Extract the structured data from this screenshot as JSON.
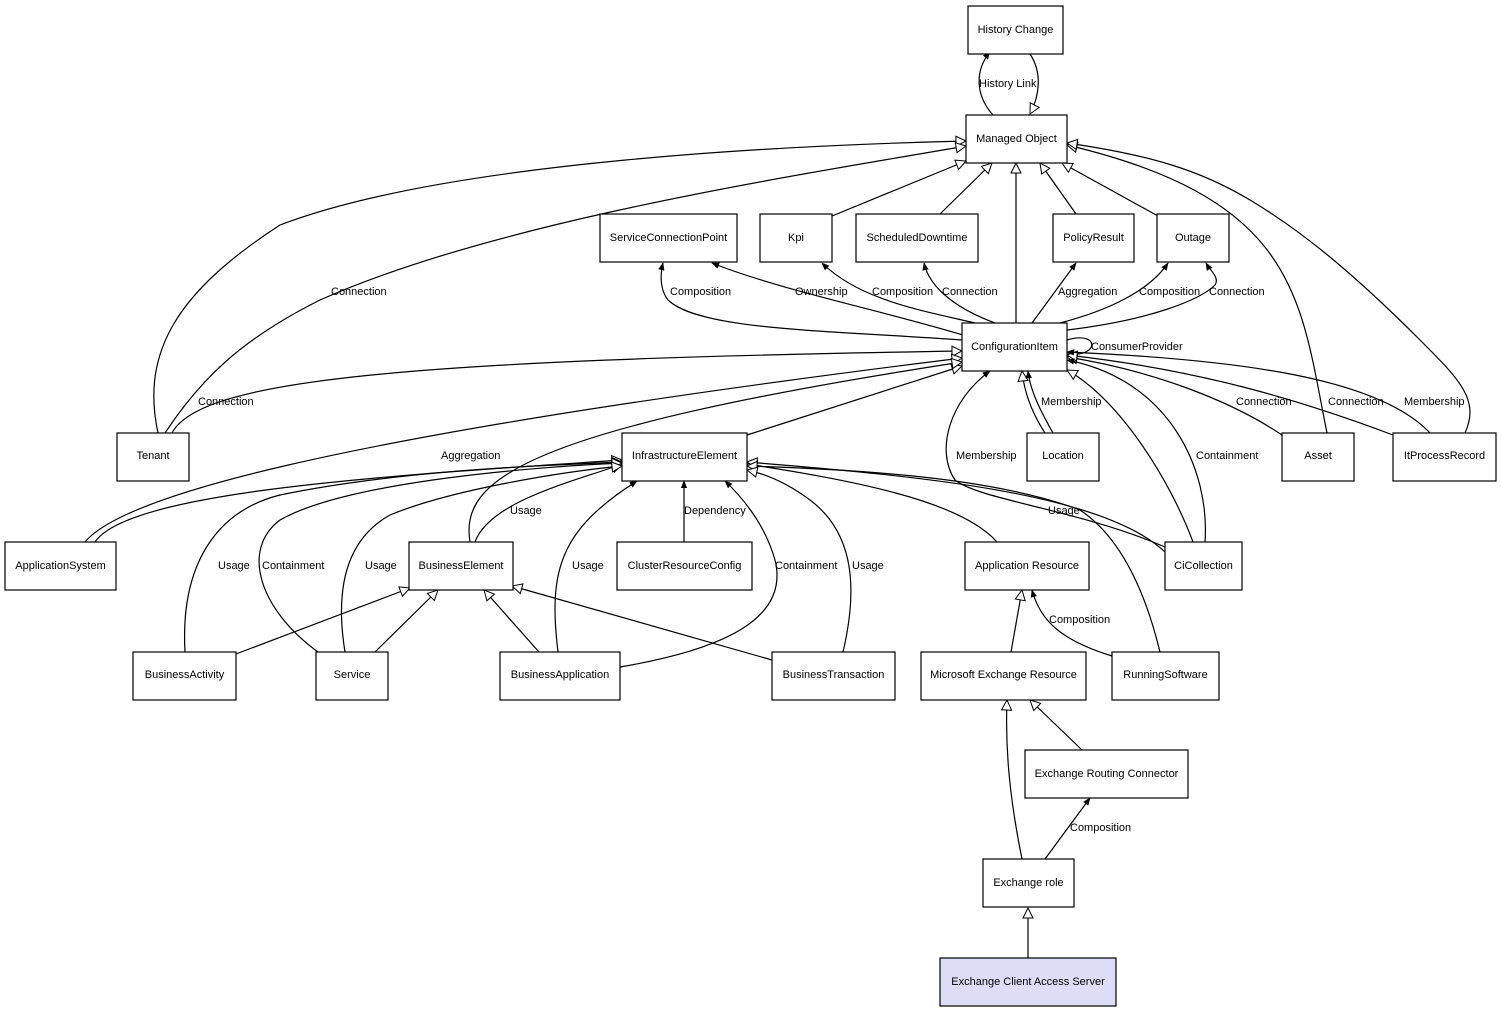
{
  "nodes": {
    "history_change": "History Change",
    "managed_object": "Managed Object",
    "service_connection_point": "ServiceConnectionPoint",
    "kpi": "Kpi",
    "scheduled_downtime": "ScheduledDowntime",
    "policy_result": "PolicyResult",
    "outage": "Outage",
    "configuration_item": "ConfigurationItem",
    "tenant": "Tenant",
    "infrastructure_element": "InfrastructureElement",
    "location": "Location",
    "asset": "Asset",
    "it_process_record": "ItProcessRecord",
    "application_system": "ApplicationSystem",
    "business_element": "BusinessElement",
    "cluster_resource_config": "ClusterResourceConfig",
    "application_resource": "Application Resource",
    "ci_collection": "CiCollection",
    "business_activity": "BusinessActivity",
    "service": "Service",
    "business_application": "BusinessApplication",
    "business_transaction": "BusinessTransaction",
    "microsoft_exchange_resource": "Microsoft Exchange Resource",
    "running_software": "RunningSoftware",
    "exchange_routing_connector": "Exchange Routing Connector",
    "exchange_role": "Exchange role",
    "exchange_client_access_server": "Exchange Client Access Server"
  },
  "edge_labels": {
    "history_link": "History Link",
    "tenant_mo_connection": "Connection",
    "tenant_ci_connection": "Connection",
    "ci_scp_composition": "Composition",
    "ci_scp_ownership": "Ownership",
    "ci_kpi_composition": "Composition",
    "ci_sd_connection": "Connection",
    "ci_pr_aggregation": "Aggregation",
    "ci_outage_composition": "Composition",
    "ci_outage_connection": "Connection",
    "ci_self_consumer_provider": "ConsumerProvider",
    "location_membership": "Membership",
    "asset_connection": "Connection",
    "itpr_connection": "Connection",
    "itpr_membership": "Membership",
    "ci_collection_membership": "Membership",
    "ci_collection_containment": "Containment",
    "appsys_aggregation": "Aggregation",
    "be_usage": "Usage",
    "crc_dependency": "Dependency",
    "ci_collection_usage": "Usage",
    "ba_usage": "Usage",
    "service_containment": "Containment",
    "service_usage": "Usage",
    "bapp_usage": "Usage",
    "bapp_containment": "Containment",
    "bt_usage": "Usage",
    "rs_composition": "Composition",
    "er_composition": "Composition"
  }
}
